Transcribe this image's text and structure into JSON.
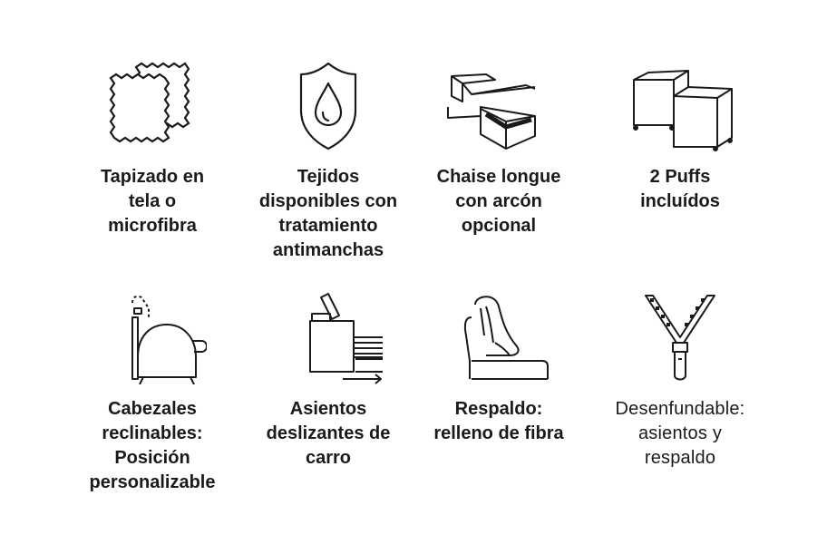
{
  "features": [
    {
      "icon": "fabric-swatch-icon",
      "label": "Tapizado en\ntela o\nmicrofibra"
    },
    {
      "icon": "shield-drop-icon",
      "label": "Tejidos\ndisponibles con\ntratamiento\nantimanchas"
    },
    {
      "icon": "chaise-storage-icon",
      "label": "Chaise longue\ncon arcón\nopcional"
    },
    {
      "icon": "poufs-icon",
      "label": "2 Puffs\nincluídos"
    },
    {
      "icon": "recliner-headrest-icon",
      "label": "Cabezales\nreclinables:\nPosición\npersonalizable"
    },
    {
      "icon": "sliding-seat-icon",
      "label": "Asientos\ndeslizantes de\ncarro"
    },
    {
      "icon": "fiber-backrest-icon",
      "label": "Respaldo:\nrelleno de fibra"
    },
    {
      "icon": "zipper-icon",
      "label": "Desenfundable:\nasientos y\nrespaldo"
    }
  ]
}
